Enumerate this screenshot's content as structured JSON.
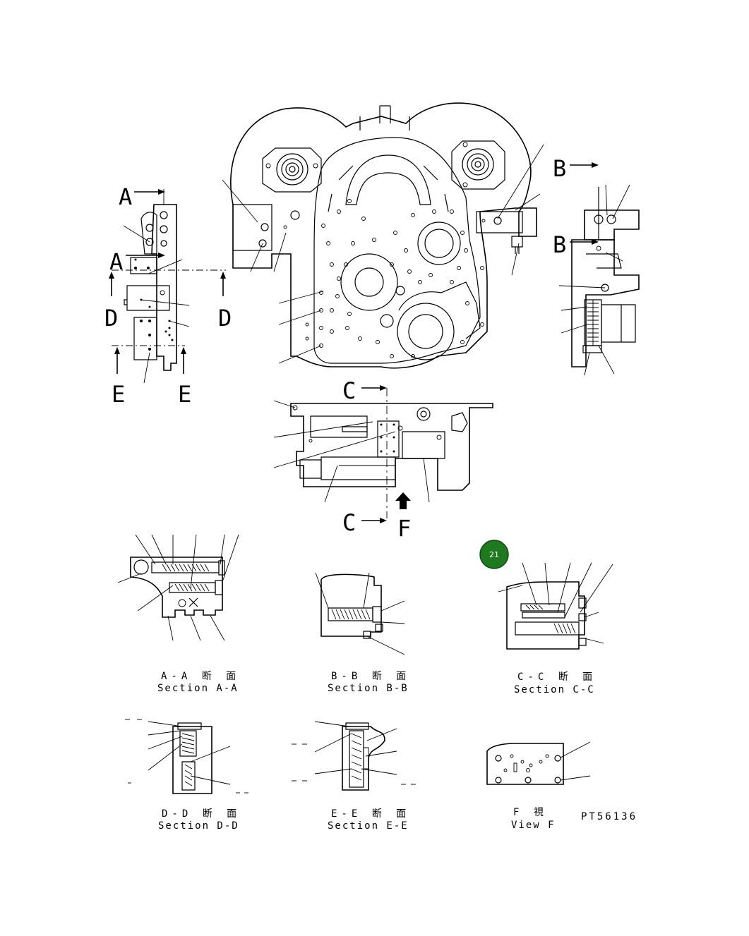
{
  "section_markers": {
    "a_top": "A",
    "a_mid": "A",
    "b_top": "B",
    "b_mid": "B",
    "c_top": "C",
    "c_bot": "C",
    "d_left": "D",
    "d_right": "D",
    "e_left": "E",
    "e_right": "E",
    "view_f": "F"
  },
  "captions": {
    "aa_jp": "A-A 断 面",
    "aa_en": "Section A-A",
    "bb_jp": "B-B 断 面",
    "bb_en": "Section B-B",
    "cc_jp": "C-C 断 面",
    "cc_en": "Section C-C",
    "dd_jp": "D-D 断 面",
    "dd_en": "Section D-D",
    "ee_jp": "E-E 断 面",
    "ee_en": "Section E-E",
    "f_jp": "F 視",
    "f_en": "View F"
  },
  "callout_badge": {
    "label": "21",
    "color": "#1e7a1e"
  },
  "drawing_id": "PT56136"
}
